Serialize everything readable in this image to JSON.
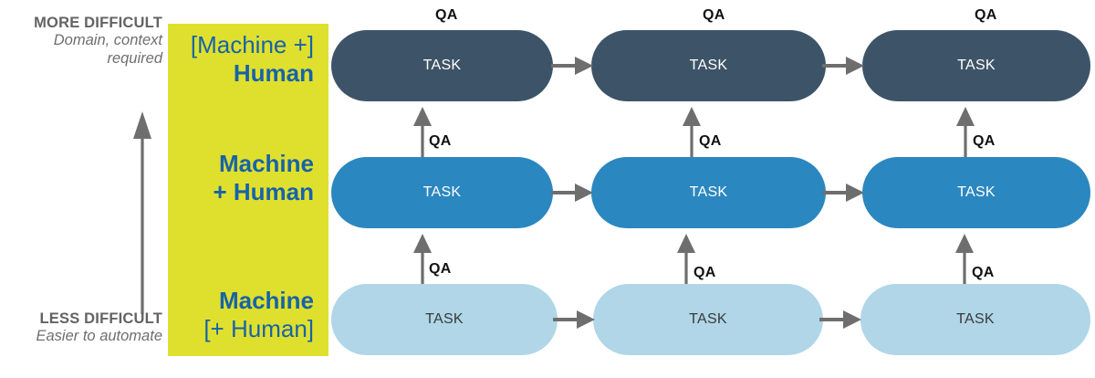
{
  "axis": {
    "top": {
      "title": "MORE DIFFICULT",
      "subtitle_line1": "Domain, context",
      "subtitle_line2": "required"
    },
    "bottom": {
      "title": "LESS DIFFICULT",
      "subtitle_line1": "Easier to automate"
    },
    "arrow_direction": "up",
    "arrow_color": "#6e6e6e"
  },
  "category_column": {
    "background_color": "#dfe02e",
    "text_color": "#1763a8",
    "rows": [
      {
        "regular": "[Machine +]",
        "bold": "Human",
        "order": "regular-first"
      },
      {
        "bold": "Machine",
        "regular": "+ Human",
        "order": "bold-first"
      },
      {
        "bold": "Machine",
        "regular": "[+ Human]",
        "order": "bold-first"
      }
    ]
  },
  "flow": {
    "task_label": "TASK",
    "qa_label": "QA",
    "rows": [
      {
        "name": "machine-plus-human",
        "fill": "#3d5468",
        "text_color": "#ffffff",
        "tasks": [
          "TASK",
          "TASK",
          "TASK"
        ],
        "qa_above": [
          "QA",
          "QA",
          "QA"
        ],
        "qa_below": []
      },
      {
        "name": "machine-and-human",
        "fill": "#2b87bf",
        "text_color": "#ffffff",
        "tasks": [
          "TASK",
          "TASK",
          "TASK"
        ],
        "qa_above": [
          "QA",
          "QA",
          "QA"
        ],
        "qa_below": []
      },
      {
        "name": "machine-optional-human",
        "fill": "#b0d6e8",
        "text_color": "#3a3a3a",
        "tasks": [
          "TASK",
          "TASK",
          "TASK"
        ],
        "qa_above": [
          "QA",
          "QA",
          "QA"
        ],
        "qa_below": []
      }
    ],
    "arrow_color": "#6e6e6e",
    "columns": 3
  }
}
